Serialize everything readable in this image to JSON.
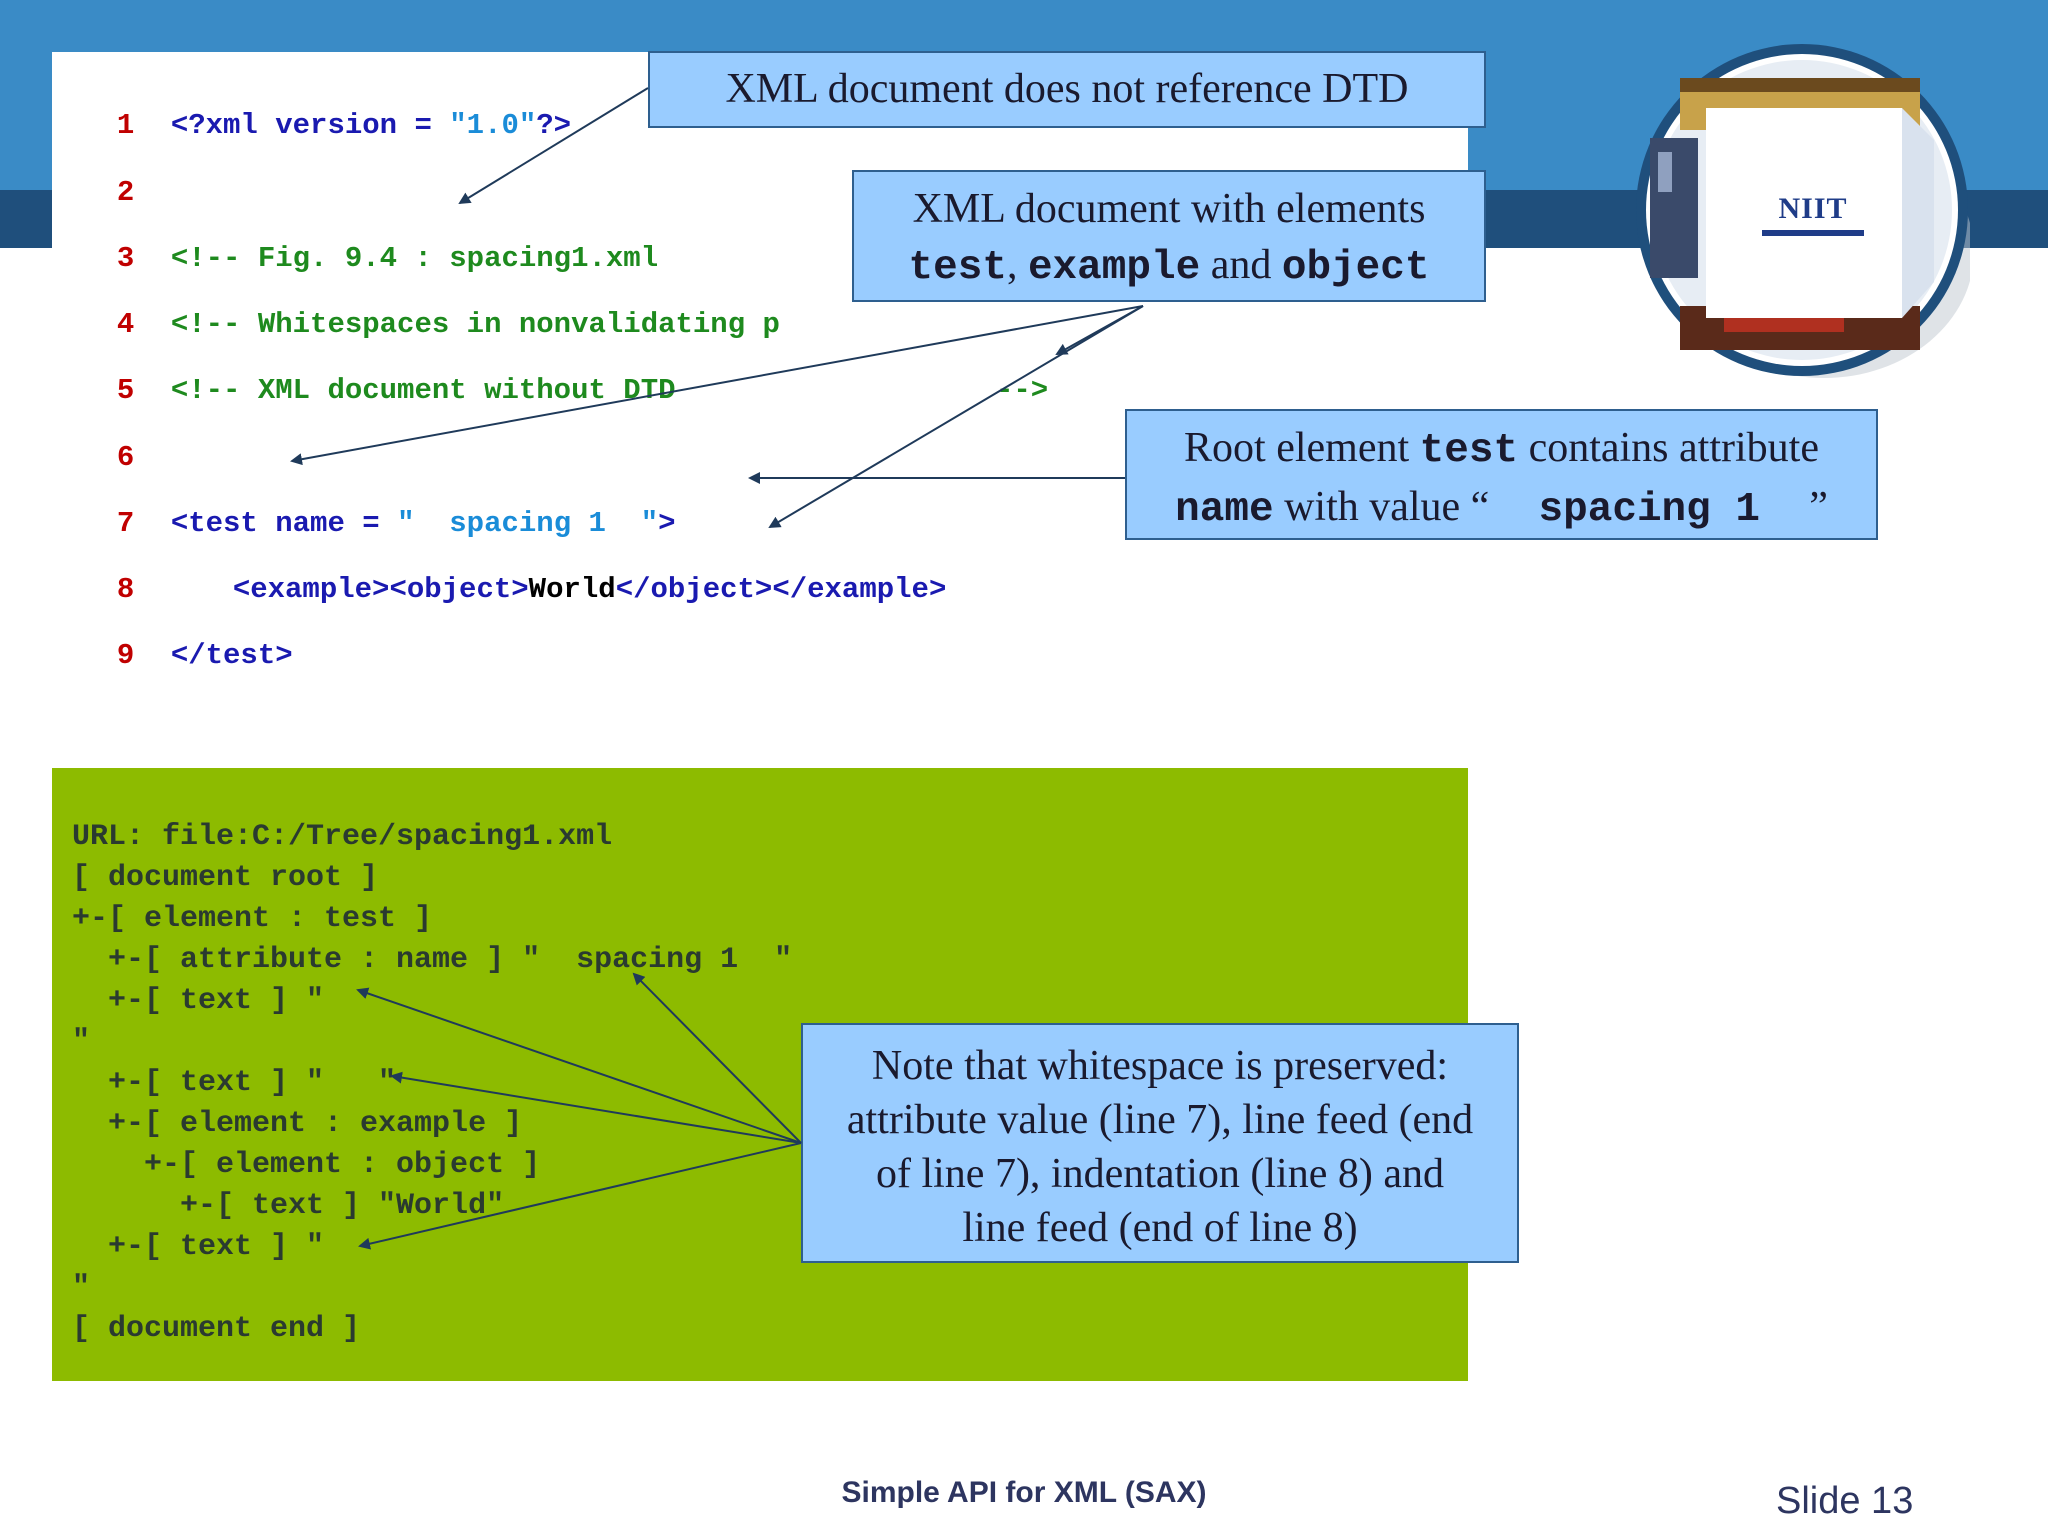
{
  "code": {
    "lines": [
      {
        "num": "1",
        "a": "<?xml version = ",
        "b": "\"1.0\"",
        "c": "?>"
      },
      {
        "num": "2"
      },
      {
        "num": "3",
        "comment": "<!-- Fig. 9.4 : spacing1.xml"
      },
      {
        "num": "4",
        "comment": "<!-- Whitespaces in nonvalidating p"
      },
      {
        "num": "5",
        "comment": "<!-- XML document without DTD",
        "tail": "-->"
      },
      {
        "num": "6"
      },
      {
        "num": "7",
        "a": "<test name = ",
        "b": "\"  spacing 1  \"",
        "c": ">"
      },
      {
        "num": "8",
        "a": "<example><object>",
        "text": "World",
        "c": "</object></example>"
      },
      {
        "num": "9",
        "a": "</test>"
      }
    ]
  },
  "callouts": {
    "no_dtd": "XML document does not reference DTD",
    "elements": {
      "line1": "XML document with elements",
      "e1": "test",
      "sep": ",",
      "e2": "example",
      "and": " and ",
      "e3": "object"
    },
    "root": {
      "p1": "Root element ",
      "e1": "test",
      "p2": " contains attribute",
      "e2": "name",
      "p3": " with value “",
      "val": "  spacing 1  ",
      "p4": "”"
    },
    "whitespace": {
      "line1": "Note that whitespace is preserved:",
      "line2": "attribute value (line 7), line feed (end",
      "line3": "of line 7), indentation (line 8) and",
      "line4": "line feed (end of line 8)"
    }
  },
  "output": {
    "lines": [
      "URL: file:C:/Tree/spacing1.xml",
      "[ document root ]",
      "+-[ element : test ]",
      "  +-[ attribute : name ] \"  spacing 1  \"",
      "  +-[ text ] \"",
      "\"",
      "  +-[ text ] \"   \"",
      "  +-[ element : example ]",
      "    +-[ element : object ]",
      "      +-[ text ] \"World\"",
      "  +-[ text ] \"",
      "\"",
      "[ document end ]"
    ]
  },
  "logo": {
    "text": "NIIT"
  },
  "footer": {
    "title": "Simple API for XML (SAX)",
    "slide": "Slide 13"
  },
  "colors": {
    "header": "#3a8bc6",
    "header_dark": "#1f4f7c",
    "callout": "#99ccff",
    "output_panel": "#8dbb00"
  }
}
